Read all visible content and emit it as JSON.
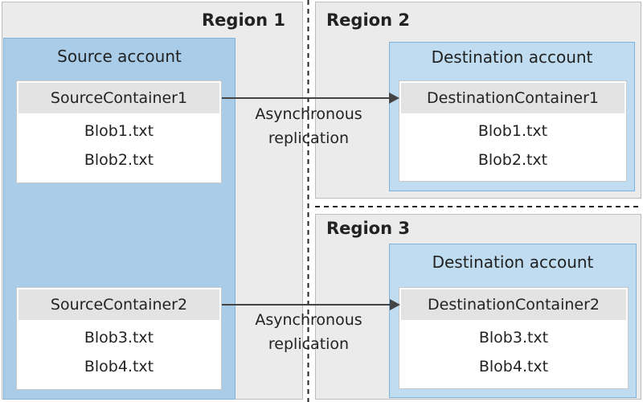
{
  "region1": {
    "title": "Region 1",
    "account": {
      "title": "Source account",
      "containers": [
        {
          "name": "SourceContainer1",
          "blobs": [
            "Blob1.txt",
            "Blob2.txt"
          ]
        },
        {
          "name": "SourceContainer2",
          "blobs": [
            "Blob3.txt",
            "Blob4.txt"
          ]
        }
      ]
    }
  },
  "region2": {
    "title": "Region 2",
    "account": {
      "title": "Destination account",
      "container": {
        "name": "DestinationContainer1",
        "blobs": [
          "Blob1.txt",
          "Blob2.txt"
        ]
      }
    }
  },
  "region3": {
    "title": "Region 3",
    "account": {
      "title": "Destination account",
      "container": {
        "name": "DestinationContainer2",
        "blobs": [
          "Blob3.txt",
          "Blob4.txt"
        ]
      }
    }
  },
  "arrows": [
    {
      "line1": "Asynchronous",
      "line2": "replication"
    },
    {
      "line1": "Asynchronous",
      "line2": "replication"
    }
  ],
  "colors": {
    "region": "#ebebeb",
    "source_account": "#a9cde9",
    "destination_account": "#bfdcf0",
    "container_header": "#e3e3e3"
  }
}
